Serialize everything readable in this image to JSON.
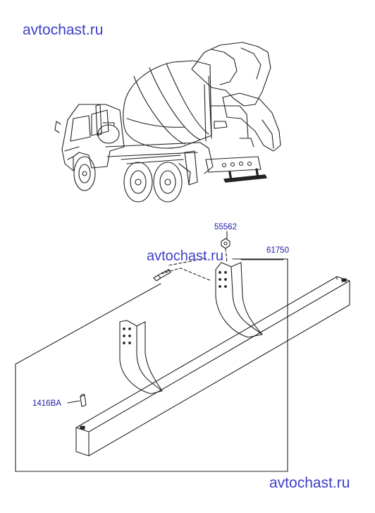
{
  "watermarks": {
    "top": "avtochast.ru",
    "middle": "avtochast.ru",
    "bottom": "avtochast.ru"
  },
  "callouts": {
    "nut": "55562",
    "bolt": "",
    "bumper": "61750",
    "cap": "1416BA"
  },
  "colors": {
    "line": "#222222",
    "watermark": "#3e3ec9",
    "callout": "#1a1aa6"
  }
}
